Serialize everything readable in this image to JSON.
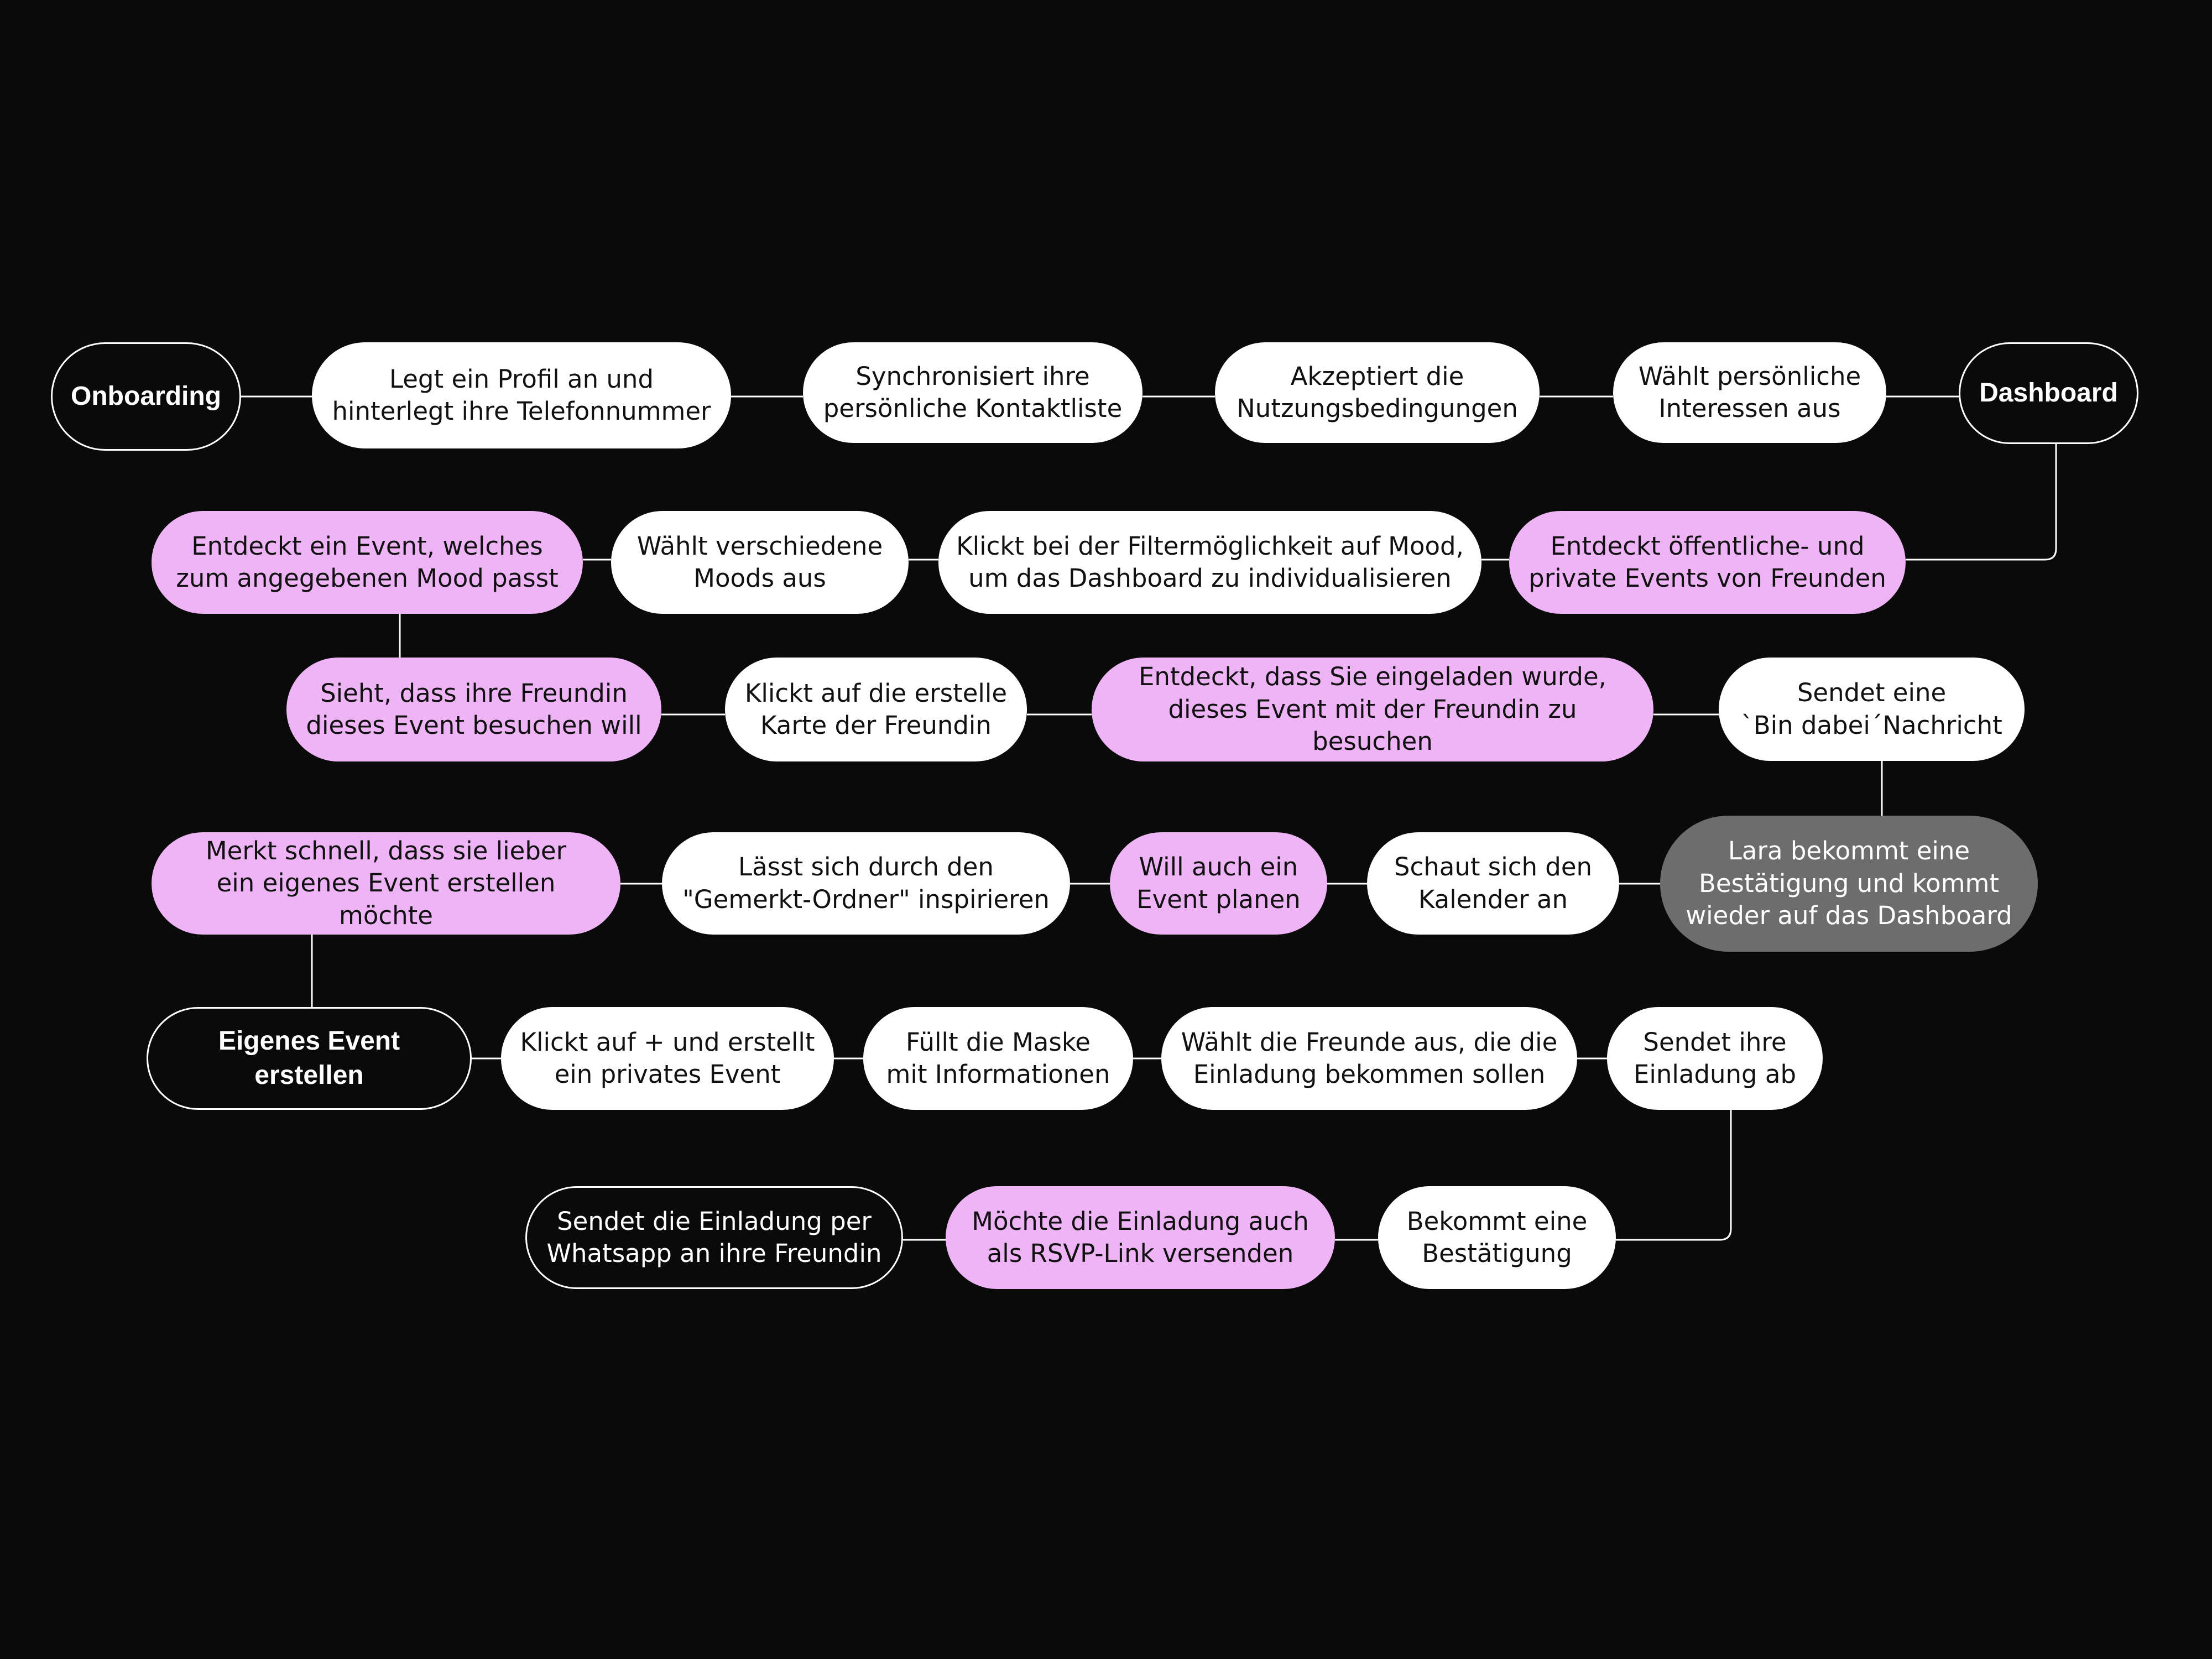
{
  "colors": {
    "background": "#0a0a0a",
    "node_white": "#ffffff",
    "node_pink": "#eeb4f5",
    "node_gray": "#6d6d6d",
    "connector": "#ffffff"
  },
  "nodes": {
    "onboarding": "Onboarding",
    "profil": "Legt ein Profil an und\nhinterlegt ihre Telefonnummer",
    "synchronisiert": "Synchronisiert ihre\npersönliche Kontaktliste",
    "akzeptiert": "Akzeptiert die\nNutzungsbedingungen",
    "interessen": "Wählt persönliche\nInteressen aus",
    "dashboard": "Dashboard",
    "entdeckt_events": "Entdeckt öffentliche- und\nprivate Events von Freunden",
    "filter_mood": "Klickt bei der Filtermöglichkeit auf Mood,\num das Dashboard zu individualisieren",
    "moods": "Wählt verschiedene\nMoods aus",
    "event_mood": "Entdeckt ein Event, welches\nzum angegebenen Mood passt",
    "freundin_event": "Sieht, dass ihre Freundin\ndieses Event besuchen will",
    "karte": "Klickt auf die erstelle\nKarte der Freundin",
    "eingeladen": "Entdeckt, dass Sie eingeladen wurde,\ndieses Event mit der Freundin zu besuchen",
    "bin_dabei": "Sendet eine\n`Bin dabei´Nachricht",
    "bestaetigung_lara": "Lara bekommt eine\nBestätigung und kommt\nwieder auf das Dashboard",
    "kalender": "Schaut sich den\nKalender an",
    "event_planen": "Will auch ein\nEvent planen",
    "gemerkt": "Lässt sich durch den\n\"Gemerkt-Ordner\" inspirieren",
    "eigenes_merken": "Merkt schnell, dass sie lieber\nein eigenes Event erstellen möchte",
    "eigenes_event": "Eigenes Event erstellen",
    "plus": "Klickt auf + und erstellt\nein privates Event",
    "maske": "Füllt die Maske\nmit Informationen",
    "freunde": "Wählt die Freunde aus, die die\nEinladung bekommen sollen",
    "einladung_ab": "Sendet ihre\nEinladung ab",
    "bestaetigung": "Bekommt eine\nBestätigung",
    "rsvp": "Möchte die Einladung auch\nals RSVP-Link versenden",
    "whatsapp": "Sendet die Einladung per\nWhatsapp an ihre Freundin"
  }
}
